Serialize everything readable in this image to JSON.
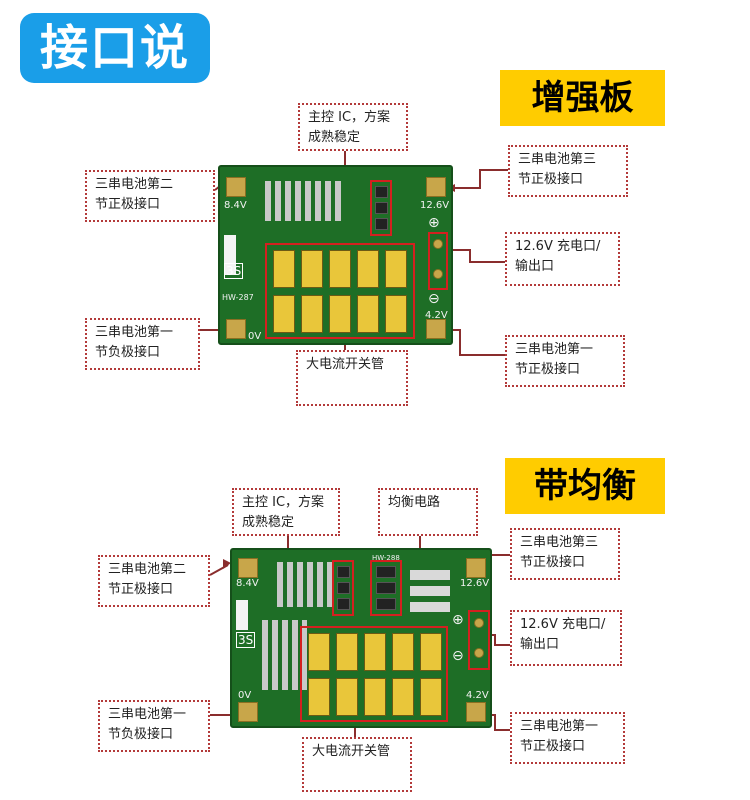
{
  "title": "接口说明",
  "board1": {
    "tag": "增强板",
    "callouts": {
      "main_ic": "主控 IC，方案\n成熟稳定",
      "b2_pos": "三串电池第二\n节正极接口",
      "b3_pos": "三串电池第三\n节正极接口",
      "charge": "12.6V 充电口/\n输出口",
      "b1_neg": "三串电池第一\n节负极接口",
      "b1_pos": "三串电池第一\n节正极接口",
      "mosfet": "大电流开关管"
    },
    "silk": {
      "v84": "8.4V",
      "v126": "12.6V",
      "v42": "4.2V",
      "v0": "0V",
      "model": "HW-287",
      "s3": "3S",
      "plus": "⊕",
      "minus": "⊖"
    }
  },
  "board2": {
    "tag": "带均衡",
    "callouts": {
      "main_ic": "主控 IC，方案\n成熟稳定",
      "balance": "均衡电路",
      "b2_pos": "三串电池第二\n节正极接口",
      "b3_pos": "三串电池第三\n节正极接口",
      "charge": "12.6V 充电口/\n输出口",
      "b1_neg": "三串电池第一\n节负极接口",
      "b1_pos": "三串电池第一\n节正极接口",
      "mosfet": "大电流开关管"
    },
    "silk": {
      "v84": "8.4V",
      "v126": "12.6V",
      "v42": "4.2V",
      "v0": "0V",
      "model": "HW-288",
      "s3": "3S",
      "plus": "⊕",
      "minus": "⊖"
    }
  }
}
